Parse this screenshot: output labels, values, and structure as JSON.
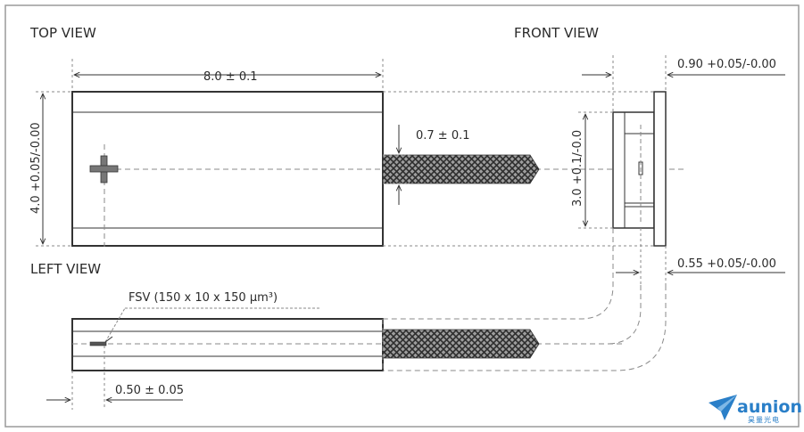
{
  "views": {
    "top": "TOP VIEW",
    "front": "FRONT VIEW",
    "left": "LEFT VIEW"
  },
  "dimensions": {
    "top_length": "8.0 ± 0.1",
    "top_width": "4.0 +0.05/-0.00",
    "fiber_diameter": "0.7 ± 0.1",
    "front_height": "3.0 +0.1/-0.0",
    "front_top_thickness": "0.90 +0.05/-0.00",
    "front_bottom_thickness": "0.55 +0.05/-0.00",
    "fsv": "FSV (150 x 10 x 150 μm³)",
    "left_offset": "0.50 ± 0.05"
  },
  "brand": {
    "name": "aunion",
    "subtitle": "昊量光电"
  },
  "colors": {
    "line": "#333333",
    "dashed": "#8a8a8a",
    "brand": "#2a7fc8",
    "frame": "#9a9a9a"
  }
}
